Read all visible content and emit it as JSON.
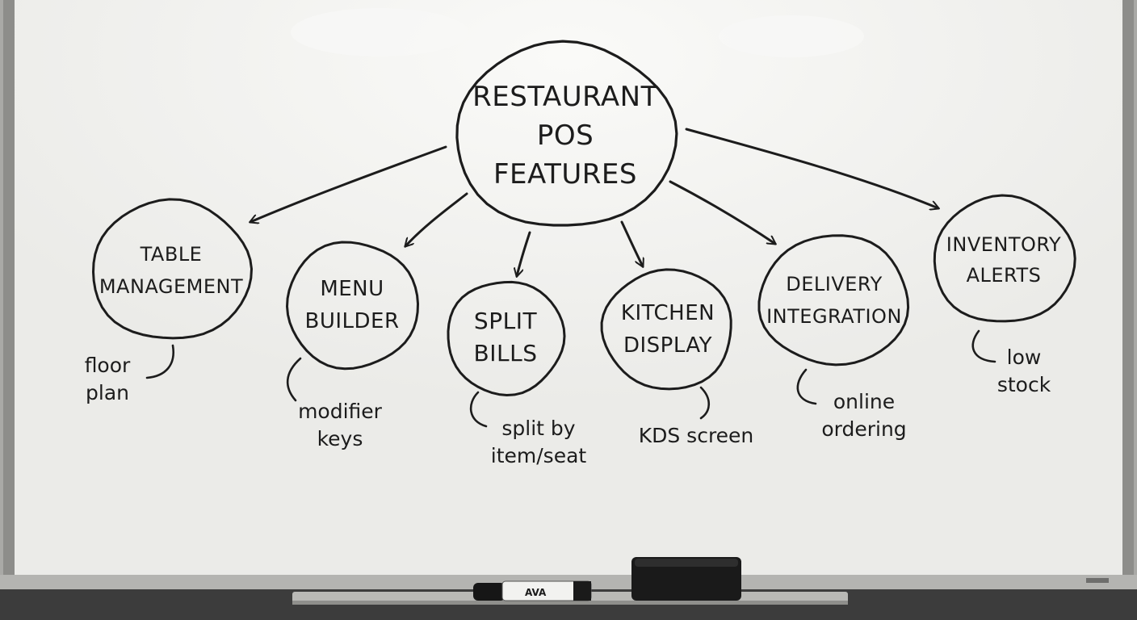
{
  "palette": {
    "board": "#ebebe8",
    "board_highlight": "#f7f7f5",
    "frame": "#a9a9a6",
    "frame_dark": "#6e6e6c",
    "ink": "#1c1c1c",
    "tray": "#b9b9b6",
    "wall": "#3c3c3c"
  },
  "diagram": {
    "central": {
      "id": "restaurant-pos-features",
      "lines": [
        "RESTAURANT",
        "POS",
        "FEATURES"
      ]
    },
    "nodes": [
      {
        "id": "table-management",
        "lines": [
          "TABLE",
          "MANAGEMENT"
        ],
        "note": [
          "floor",
          "plan"
        ]
      },
      {
        "id": "menu-builder",
        "lines": [
          "MENU",
          "BUILDER"
        ],
        "note": [
          "modifier",
          "keys"
        ]
      },
      {
        "id": "split-bills",
        "lines": [
          "SPLIT",
          "BILLS"
        ],
        "note": [
          "split by",
          "item/seat"
        ]
      },
      {
        "id": "kitchen-display",
        "lines": [
          "KITCHEN",
          "DISPLAY"
        ],
        "note": [
          "KDS screen"
        ]
      },
      {
        "id": "delivery-integration",
        "lines": [
          "DELIVERY",
          "INTEGRATION"
        ],
        "note": [
          "online",
          "ordering"
        ]
      },
      {
        "id": "inventory-alerts",
        "lines": [
          "INVENTORY",
          "ALERTS"
        ],
        "note": [
          "low",
          "stock"
        ]
      }
    ],
    "edges": [
      {
        "from": "restaurant-pos-features",
        "to": "table-management"
      },
      {
        "from": "restaurant-pos-features",
        "to": "menu-builder"
      },
      {
        "from": "restaurant-pos-features",
        "to": "split-bills"
      },
      {
        "from": "restaurant-pos-features",
        "to": "kitchen-display"
      },
      {
        "from": "restaurant-pos-features",
        "to": "delivery-integration"
      },
      {
        "from": "restaurant-pos-features",
        "to": "inventory-alerts"
      }
    ]
  },
  "objects": {
    "marker": {
      "label": "AVA"
    },
    "eraser": {}
  }
}
